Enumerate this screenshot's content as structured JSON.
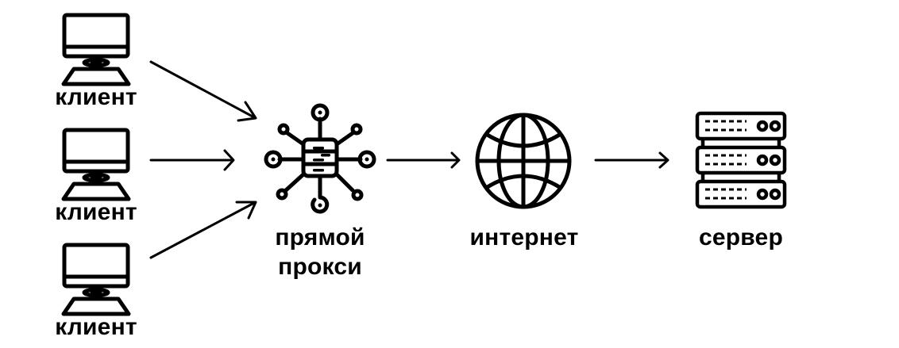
{
  "diagram": {
    "title": "",
    "colors": {
      "stroke": "#000000",
      "background": "#ffffff"
    },
    "nodes": {
      "client1": {
        "label": "клиент",
        "icon": "computer-icon"
      },
      "client2": {
        "label": "клиент",
        "icon": "computer-icon"
      },
      "client3": {
        "label": "клиент",
        "icon": "computer-icon"
      },
      "proxy": {
        "label_line1": "прямой",
        "label_line2": "прокси",
        "icon": "network-hub-icon"
      },
      "internet": {
        "label": "интернет",
        "icon": "globe-icon"
      },
      "server": {
        "label": "сервер",
        "icon": "server-rack-icon"
      }
    },
    "edges": [
      {
        "from": "client1",
        "to": "proxy"
      },
      {
        "from": "client2",
        "to": "proxy"
      },
      {
        "from": "client3",
        "to": "proxy"
      },
      {
        "from": "proxy",
        "to": "internet"
      },
      {
        "from": "internet",
        "to": "server"
      }
    ]
  }
}
